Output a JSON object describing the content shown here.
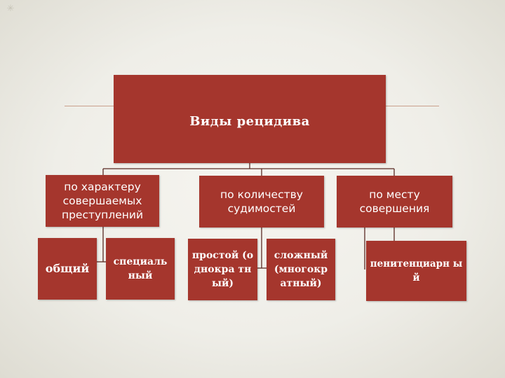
{
  "slide": {
    "root": {
      "label": "Виды рецидива"
    },
    "categories": [
      {
        "label": "по характеру совершаемых преступлений"
      },
      {
        "label": "по количеству судимостей"
      },
      {
        "label": "по месту совершения"
      }
    ],
    "leaves": [
      {
        "label": "общий"
      },
      {
        "label": "специаль ный"
      },
      {
        "label": "простой (однокра тный)"
      },
      {
        "label": "сложный (многокр атный)"
      },
      {
        "label": "пенитенциарн ый"
      }
    ]
  },
  "colors": {
    "box_fill": "#a5362d",
    "connector": "#5a2a24",
    "background": "#efeee8"
  }
}
